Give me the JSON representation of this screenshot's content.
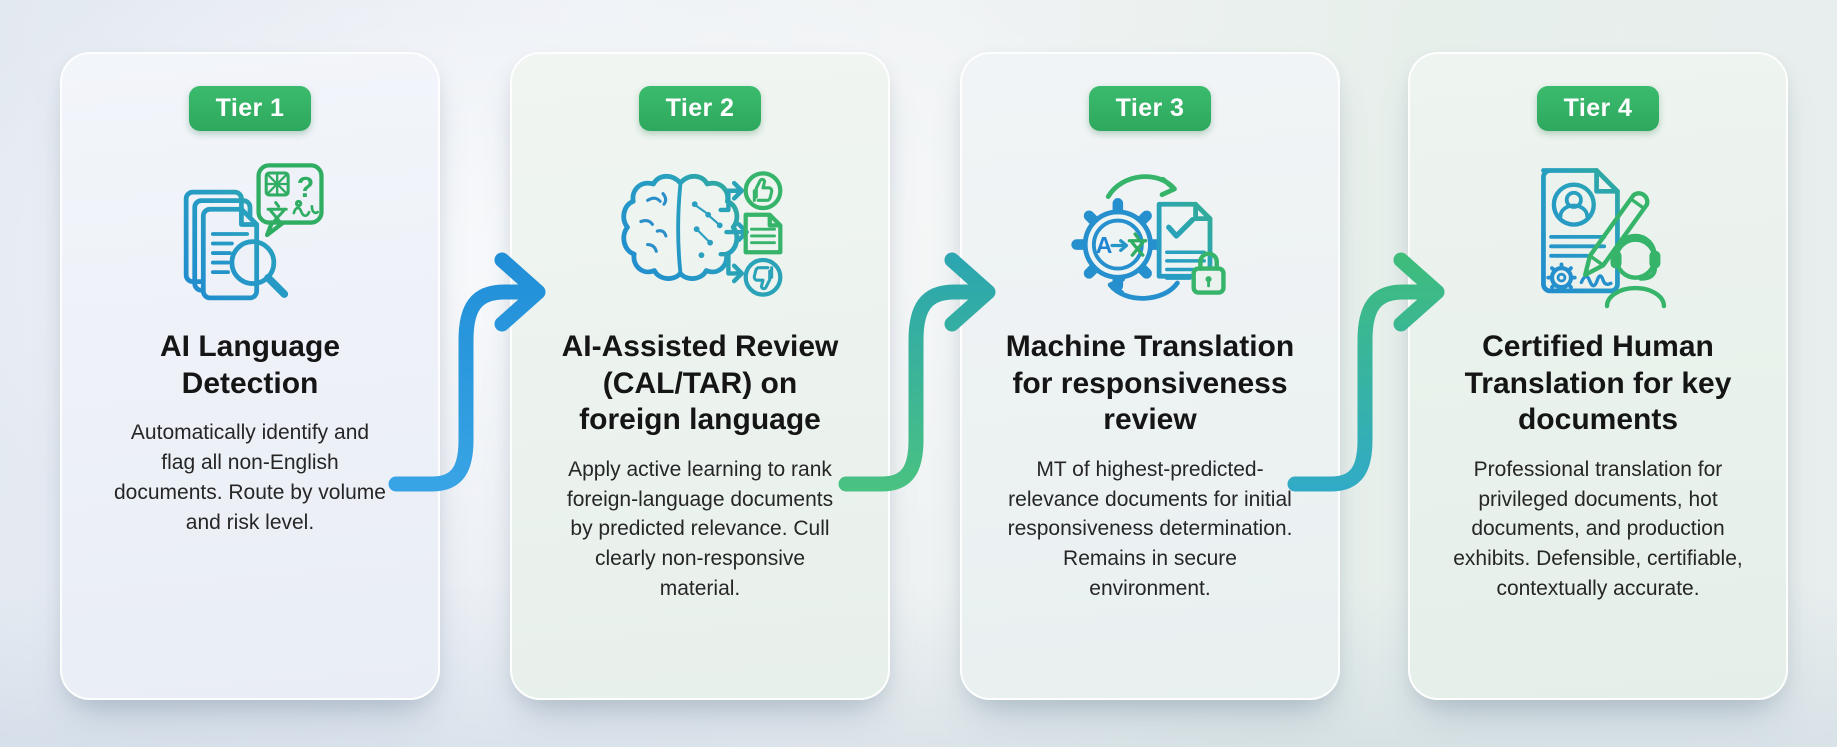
{
  "infographic": {
    "tiers": [
      {
        "badge": "Tier 1",
        "title": "AI Language\nDetection",
        "description": "Automatically identify and\nflag all non-English\ndocuments. Route by volume\nand risk level.",
        "icon": "language-detection-icon"
      },
      {
        "badge": "Tier 2",
        "title": "AI-Assisted Review\n(CAL/TAR) on\nforeign language",
        "description": "Apply active learning to rank\nforeign-language documents\nby predicted relevance. Cull\nclearly non-responsive\nmaterial.",
        "icon": "ai-assisted-review-icon"
      },
      {
        "badge": "Tier 3",
        "title": "Machine Translation\nfor responsiveness\nreview",
        "description": "MT of highest-predicted-\nrelevance documents for initial\nresponsiveness determination.\nRemains in secure\nenvironment.",
        "icon": "machine-translation-icon"
      },
      {
        "badge": "Tier 4",
        "title": "Certified Human\nTranslation for key\ndocuments",
        "description": "Professional translation for\nprivileged documents, hot\ndocuments, and production\nexhibits. Defensible, certifiable,\ncontextually accurate.",
        "icon": "certified-human-translation-icon"
      }
    ],
    "arrows": [
      {
        "icon": "s-curve-arrow-icon",
        "from": "Tier 1",
        "to": "Tier 2",
        "color_bottom": "#3aa6e6",
        "color_top": "#1e8cd6"
      },
      {
        "icon": "s-curve-arrow-icon",
        "from": "Tier 2",
        "to": "Tier 3",
        "color_bottom": "#4cc47e",
        "color_top": "#28a2b6"
      },
      {
        "icon": "s-curve-arrow-icon",
        "from": "Tier 3",
        "to": "Tier 4",
        "color_bottom": "#30a9cc",
        "color_top": "#40bf72"
      }
    ],
    "colors": {
      "badge_green": "#35b267",
      "badge_text": "#ffffff",
      "title_text": "#151515",
      "body_text": "#262626",
      "icon_blue": "#1f86d4",
      "icon_teal": "#28a0bf",
      "icon_green": "#3cb96c",
      "card_background": "#eef3f4",
      "page_background": "#e9eef2"
    }
  }
}
